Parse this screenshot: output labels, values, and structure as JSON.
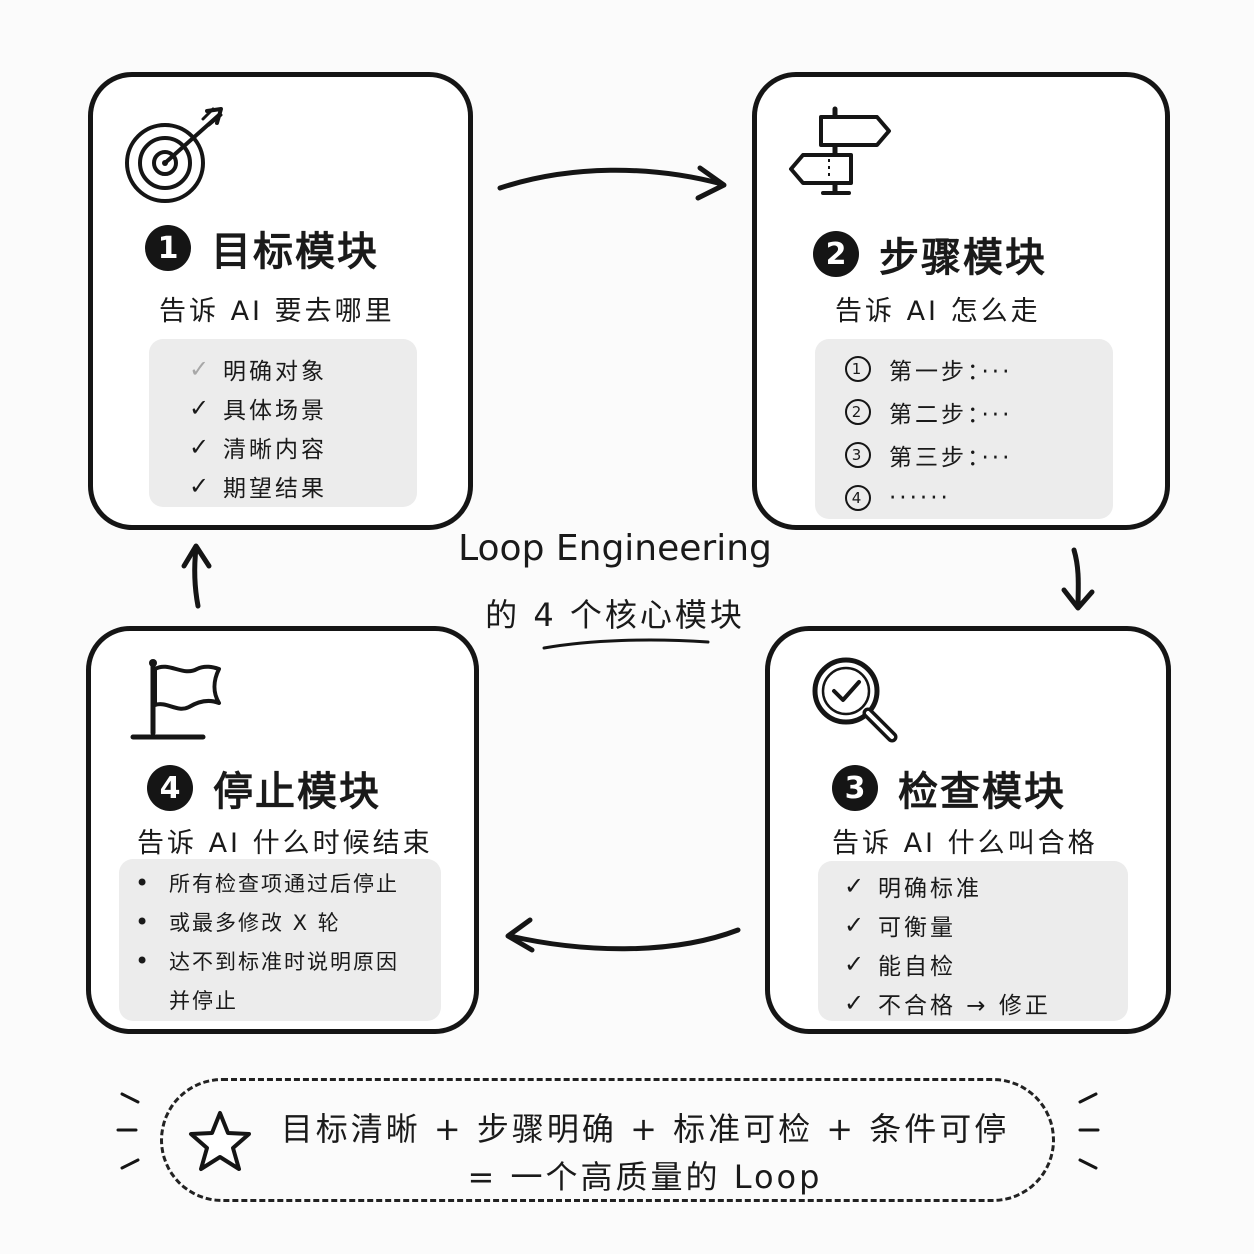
{
  "modules": [
    {
      "id": "goal",
      "number": "1",
      "title": "目标模块",
      "subtitle": "告诉 AI 要去哪里",
      "icon": "target-icon",
      "items": [
        "明确对象",
        "具体场景",
        "清晰内容",
        "期望结果"
      ]
    },
    {
      "id": "steps",
      "number": "2",
      "title": "步骤模块",
      "subtitle": "告诉 AI 怎么走",
      "icon": "signpost-icon",
      "items": [
        {
          "marker": "1",
          "text": "第一步：···"
        },
        {
          "marker": "2",
          "text": "第二步：···"
        },
        {
          "marker": "3",
          "text": "第三步：···"
        },
        {
          "marker": "4",
          "text": "······"
        }
      ]
    },
    {
      "id": "check",
      "number": "3",
      "title": "检查模块",
      "subtitle": "告诉 AI 什么叫合格",
      "icon": "magnifier-check-icon",
      "items": [
        "明确标准",
        "可衡量",
        "能自检",
        "不合格 → 修正"
      ]
    },
    {
      "id": "stop",
      "number": "4",
      "title": "停止模块",
      "subtitle": "告诉 AI 什么时候结束",
      "icon": "flag-icon",
      "items": [
        "所有检查项通过后停止",
        "或最多修改 X 轮",
        "达不到标准时说明原因",
        "并停止"
      ]
    }
  ],
  "center": {
    "title": "Loop Engineering",
    "subtitle": "的 4 个核心模块"
  },
  "footer": {
    "icon": "star-icon",
    "line1": "目标清晰 + 步骤明确 + 标准可检 + 条件可停",
    "line2": "= 一个高质量的 Loop"
  },
  "markers": {
    "check": "✓",
    "bullet": "•"
  },
  "colors": {
    "ink": "#151515",
    "list_bg": "#ececec",
    "title_highlight": "#d9d9d9",
    "page_bg": "#fbfbfb"
  }
}
